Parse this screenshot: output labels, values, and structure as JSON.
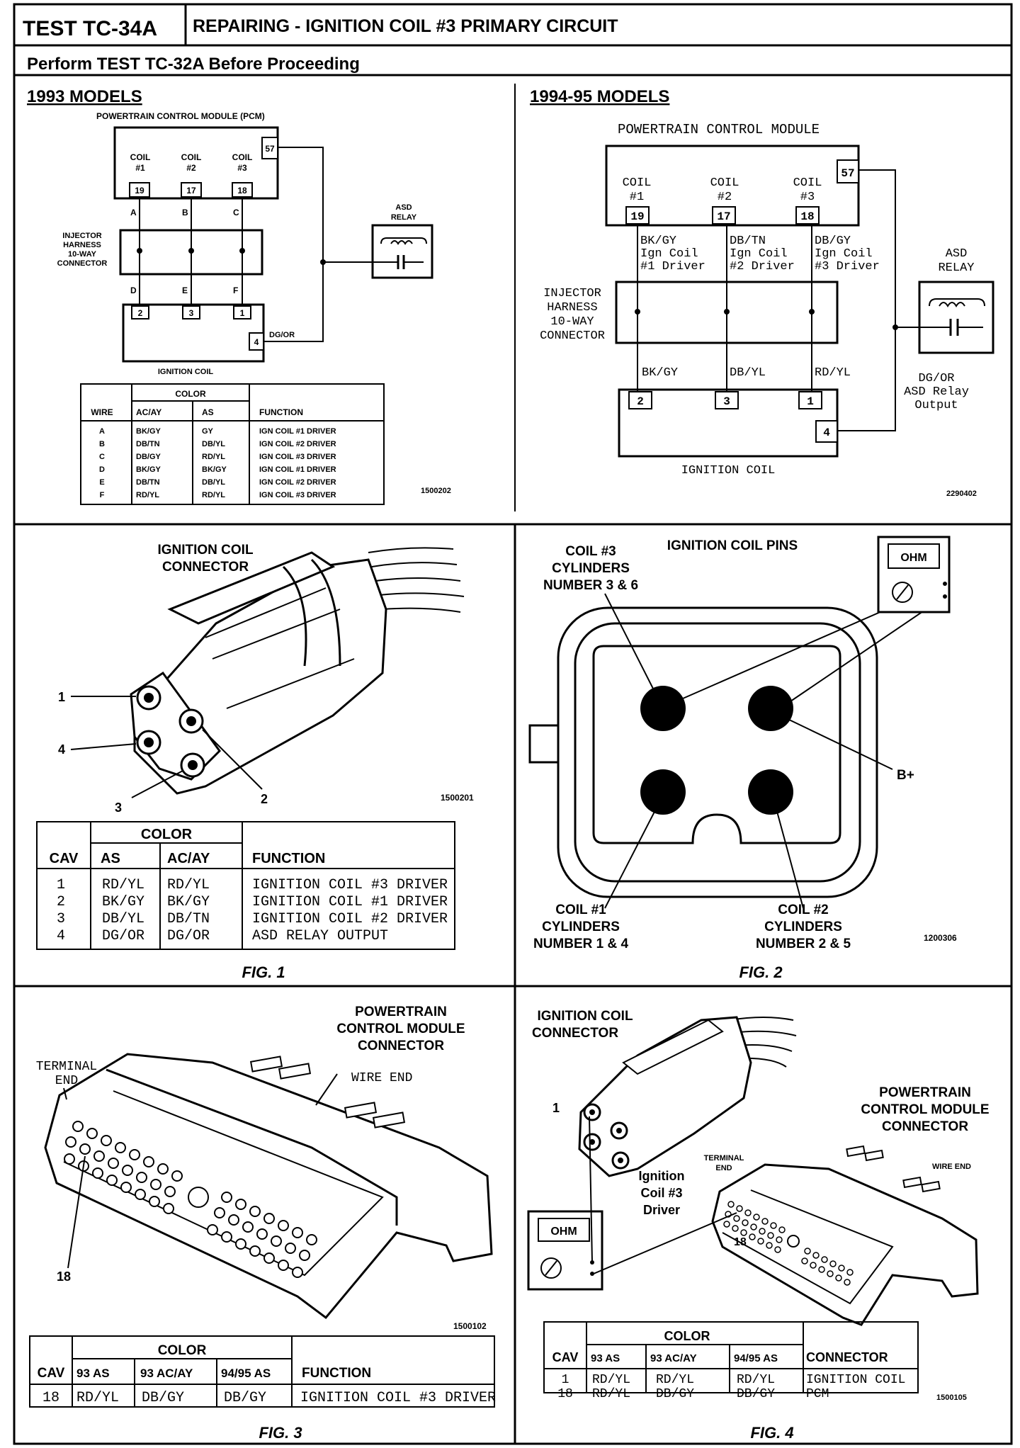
{
  "header": {
    "test_id": "TEST TC-34A",
    "title": "REPAIRING - IGNITION COIL #3 PRIMARY CIRCUIT",
    "subtitle": "Perform TEST TC-32A Before Proceeding"
  },
  "m93": {
    "heading": "1993 MODELS",
    "pcm_label": "POWERTRAIN CONTROL MODULE (PCM)",
    "coils": [
      {
        "name": "COIL",
        "num": "#1",
        "pin": "19"
      },
      {
        "name": "COIL",
        "num": "#2",
        "pin": "17"
      },
      {
        "name": "COIL",
        "num": "#3",
        "pin": "18"
      }
    ],
    "pin57": "57",
    "upper_wires": [
      "A",
      "B",
      "C"
    ],
    "lower_wires": [
      "D",
      "E",
      "F"
    ],
    "injector_label": [
      "INJECTOR",
      "HARNESS",
      "10-WAY",
      "CONNECTOR"
    ],
    "asd_label": [
      "ASD",
      "RELAY"
    ],
    "coil_pins": [
      "2",
      "3",
      "1"
    ],
    "pin4": "4",
    "dgor": "DG/OR",
    "ign_label": "IGNITION COIL",
    "table": {
      "color_header": "COLOR",
      "headers": [
        "WIRE",
        "AC/AY",
        "AS",
        "FUNCTION"
      ],
      "rows": [
        [
          "A",
          "BK/GY",
          "GY",
          "IGN COIL #1 DRIVER"
        ],
        [
          "B",
          "DB/TN",
          "DB/YL",
          "IGN COIL #2 DRIVER"
        ],
        [
          "C",
          "DB/GY",
          "RD/YL",
          "IGN COIL #3 DRIVER"
        ],
        [
          "D",
          "BK/GY",
          "BK/GY",
          "IGN COIL #1 DRIVER"
        ],
        [
          "E",
          "DB/TN",
          "DB/YL",
          "IGN COIL #2 DRIVER"
        ],
        [
          "F",
          "RD/YL",
          "RD/YL",
          "IGN COIL #3 DRIVER"
        ]
      ]
    },
    "ref": "1500202"
  },
  "m94": {
    "heading": "1994-95 MODELS",
    "pcm_label": "POWERTRAIN CONTROL MODULE",
    "coils": [
      {
        "name": "COIL",
        "num": "#1",
        "pin": "19"
      },
      {
        "name": "COIL",
        "num": "#2",
        "pin": "17"
      },
      {
        "name": "COIL",
        "num": "#3",
        "pin": "18"
      }
    ],
    "pin57": "57",
    "wire_labels": [
      [
        "BK/GY",
        "Ign Coil",
        "#1 Driver"
      ],
      [
        "DB/TN",
        "Ign Coil",
        "#2 Driver"
      ],
      [
        "DB/GY",
        "Ign Coil",
        "#3 Driver"
      ]
    ],
    "injector_label": [
      "INJECTOR",
      "HARNESS",
      "10-WAY",
      "CONNECTOR"
    ],
    "asd_label": [
      "ASD",
      "RELAY"
    ],
    "lower_labels": [
      "BK/GY",
      "DB/YL",
      "RD/YL"
    ],
    "dgor_label": [
      "DG/OR",
      "ASD Relay",
      "Output"
    ],
    "coil_pins": [
      "2",
      "3",
      "1"
    ],
    "pin4": "4",
    "ign_label": "IGNITION COIL",
    "ref": "2290402"
  },
  "fig1": {
    "title": [
      "IGNITION COIL",
      "CONNECTOR"
    ],
    "callouts": [
      "1",
      "4",
      "3",
      "2"
    ],
    "ref": "1500201",
    "table": {
      "color_header": "COLOR",
      "headers": [
        "CAV",
        "AS",
        "AC/AY",
        "FUNCTION"
      ],
      "rows": [
        [
          "1",
          "RD/YL",
          "RD/YL",
          "IGNITION COIL #3 DRIVER"
        ],
        [
          "2",
          "BK/GY",
          "BK/GY",
          "IGNITION COIL #1 DRIVER"
        ],
        [
          "3",
          "DB/YL",
          "DB/TN",
          "IGNITION COIL #2 DRIVER"
        ],
        [
          "4",
          "DG/OR",
          "DG/OR",
          "ASD RELAY OUTPUT"
        ]
      ]
    },
    "caption": "FIG. 1"
  },
  "fig2": {
    "title": "IGNITION COIL PINS",
    "coil3": [
      "COIL #3",
      "CYLINDERS",
      "NUMBER 3 & 6"
    ],
    "coil1": [
      "COIL #1",
      "CYLINDERS",
      "NUMBER 1 & 4"
    ],
    "coil2": [
      "COIL #2",
      "CYLINDERS",
      "NUMBER 2 & 5"
    ],
    "bplus": "B+",
    "ohm": "OHM",
    "ref": "1200306",
    "caption": "FIG. 2"
  },
  "fig3": {
    "title": [
      "POWERTRAIN",
      "CONTROL MODULE",
      "CONNECTOR"
    ],
    "wire_end": "WIRE END",
    "terminal_end": [
      "TERMINAL",
      "END"
    ],
    "pin_callout": "18",
    "ref": "1500102",
    "table": {
      "color_header": "COLOR",
      "headers": [
        "CAV",
        "93 AS",
        "93 AC/AY",
        "94/95 AS",
        "FUNCTION"
      ],
      "rows": [
        [
          "18",
          "RD/YL",
          "DB/GY",
          "DB/GY",
          "IGNITION COIL #3 DRIVER"
        ]
      ]
    },
    "caption": "FIG. 3"
  },
  "fig4": {
    "title": [
      "IGNITION COIL",
      "CONNECTOR"
    ],
    "pcm_title": [
      "POWERTRAIN",
      "CONTROL MODULE",
      "CONNECTOR"
    ],
    "terminal_end": [
      "TERMINAL",
      "END"
    ],
    "wire_end": "WIRE END",
    "driver_label": [
      "Ignition",
      "Coil #3",
      "Driver"
    ],
    "callout_1": "1",
    "callout_18": "18",
    "ohm": "OHM",
    "ref": "1500105",
    "table": {
      "color_header": "COLOR",
      "headers": [
        "CAV",
        "93 AS",
        "93 AC/AY",
        "94/95 AS",
        "CONNECTOR"
      ],
      "rows": [
        [
          "1",
          "RD/YL",
          "RD/YL",
          "RD/YL",
          "IGNITION COIL"
        ],
        [
          "18",
          "RD/YL",
          "DB/GY",
          "DB/GY",
          "PCM"
        ]
      ]
    },
    "caption": "FIG. 4"
  }
}
